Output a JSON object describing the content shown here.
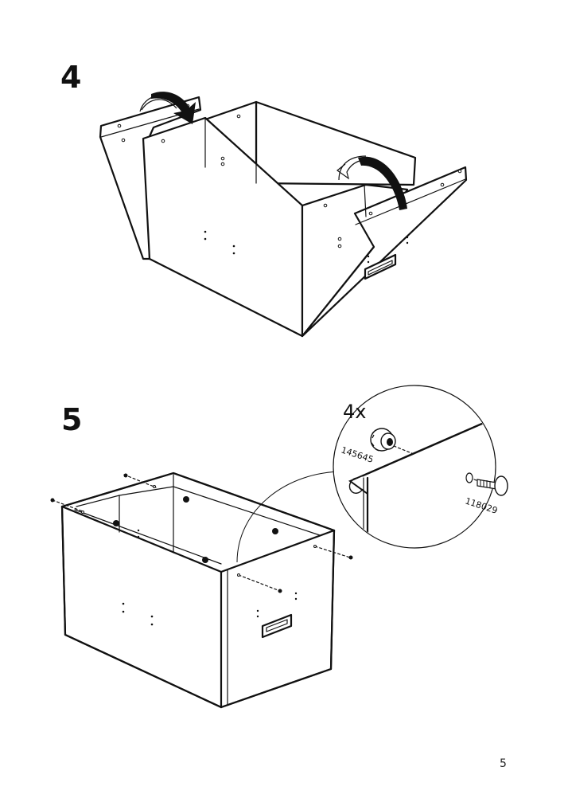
{
  "steps": [
    {
      "number": "4"
    },
    {
      "number": "5"
    }
  ],
  "detail": {
    "quantity": "4x",
    "part_a": "145645",
    "part_b": "118029"
  },
  "page_number": "5",
  "icons": [
    "fold-arrow-icon",
    "fold-arrow-icon",
    "knob-nut-icon",
    "screw-icon"
  ]
}
